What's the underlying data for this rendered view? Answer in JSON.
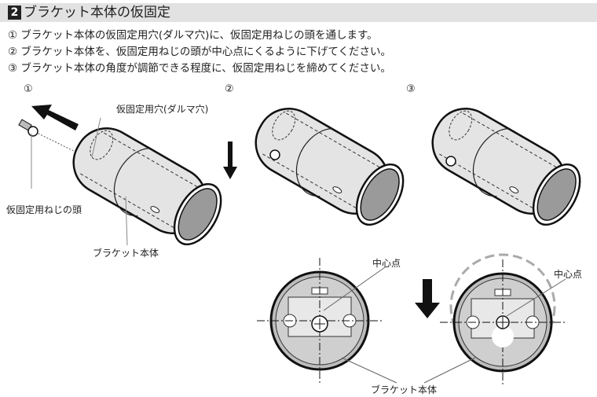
{
  "section": {
    "number": "2",
    "title": "ブラケット本体の仮固定"
  },
  "steps": [
    "① ブラケット本体の仮固定用穴(ダルマ穴)に、仮固定用ねじの頭を通します。",
    "② ブラケット本体を、仮固定用ねじの頭が中心点にくるように下げてください。",
    "③ ブラケット本体の角度が調節できる程度に、仮固定用ねじを締めてください。"
  ],
  "figure": {
    "step_markers": [
      "①",
      "②",
      "③"
    ],
    "labels": {
      "keyhole": "仮固定用穴(ダルマ穴)",
      "screw_head": "仮固定用ねじの頭",
      "bracket_1": "ブラケット本体",
      "center_1": "中心点",
      "center_2": "中心点",
      "bracket_2": "ブラケット本体"
    }
  }
}
